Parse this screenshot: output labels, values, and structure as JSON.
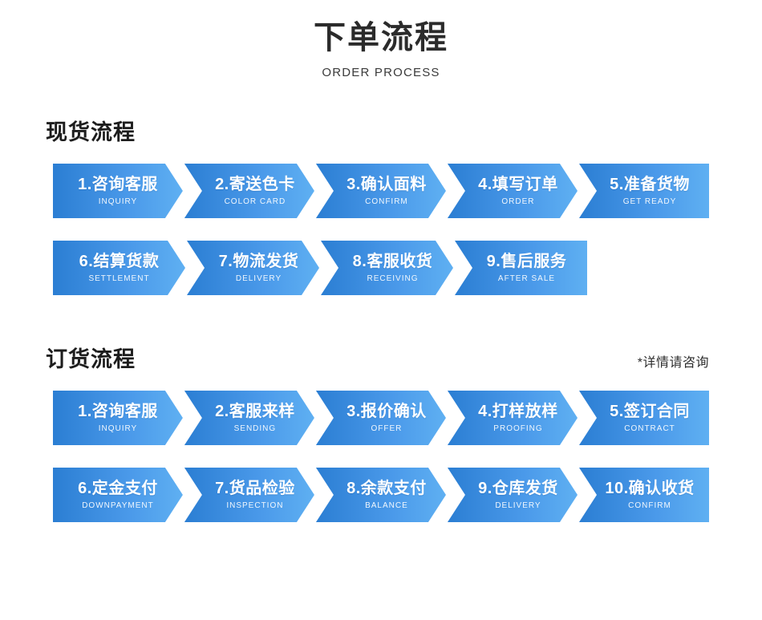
{
  "header": {
    "title": "下单流程",
    "subtitle": "ORDER PROCESS"
  },
  "colors": {
    "gradient_start": "#2b7ed3",
    "gradient_mid": "#4b9aea",
    "gradient_end": "#5fb0f2",
    "title_text": "#2b2b2b",
    "step_text": "#ffffff"
  },
  "sections": [
    {
      "title": "现货流程",
      "note": "",
      "rows": [
        [
          {
            "cn": "1.咨询客服",
            "en": "INQUIRY"
          },
          {
            "cn": "2.寄送色卡",
            "en": "COLOR CARD"
          },
          {
            "cn": "3.确认面料",
            "en": "CONFIRM"
          },
          {
            "cn": "4.填写订单",
            "en": "ORDER"
          },
          {
            "cn": "5.准备货物",
            "en": "GET READY"
          }
        ],
        [
          {
            "cn": "6.结算货款",
            "en": "SETTLEMENT"
          },
          {
            "cn": "7.物流发货",
            "en": "DELIVERY"
          },
          {
            "cn": "8.客服收货",
            "en": "RECEIVING"
          },
          {
            "cn": "9.售后服务",
            "en": "AFTER SALE"
          }
        ]
      ]
    },
    {
      "title": "订货流程",
      "note": "*详情请咨询",
      "rows": [
        [
          {
            "cn": "1.咨询客服",
            "en": "INQUIRY"
          },
          {
            "cn": "2.客服来样",
            "en": "SENDING"
          },
          {
            "cn": "3.报价确认",
            "en": "OFFER"
          },
          {
            "cn": "4.打样放样",
            "en": "PROOFING"
          },
          {
            "cn": "5.签订合同",
            "en": "CONTRACT"
          }
        ],
        [
          {
            "cn": "6.定金支付",
            "en": "DOWNPAYMENT"
          },
          {
            "cn": "7.货品检验",
            "en": "INSPECTION"
          },
          {
            "cn": "8.余款支付",
            "en": "BALANCE"
          },
          {
            "cn": "9.仓库发货",
            "en": "DELIVERY"
          },
          {
            "cn": "10.确认收货",
            "en": "CONFIRM"
          }
        ]
      ]
    }
  ]
}
